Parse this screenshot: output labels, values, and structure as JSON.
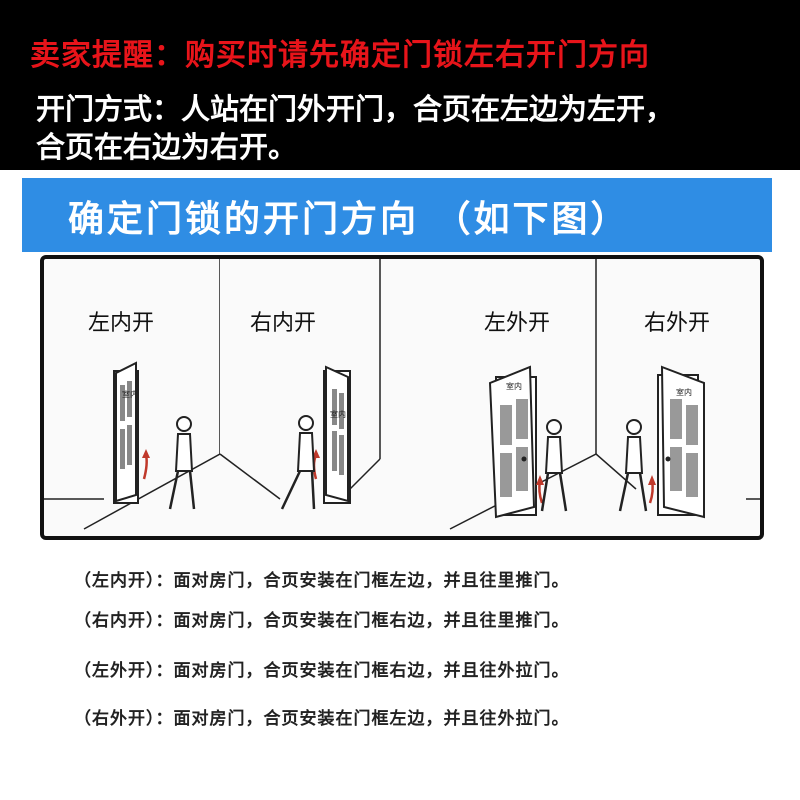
{
  "header": {
    "seller_tip": "卖家提醒：购买时请先确定门锁左右开门方向",
    "open_method_line1": "开门方式：人站在门外开门，合页在左边为左开，",
    "open_method_line2": "合页在右边为右开。"
  },
  "banner": {
    "title": "确定门锁的开门方向 （如下图）"
  },
  "scenes": [
    {
      "label": "左内开",
      "door_text": "室内"
    },
    {
      "label": "右内开",
      "door_text": "室内"
    },
    {
      "label": "左外开",
      "door_text": "室内"
    },
    {
      "label": "右外开",
      "door_text": "室内"
    }
  ],
  "explanations": [
    "（左内开）：面对房门，合页安装在门框左边，并且往里推门。",
    "（右内开）：面对房门，合页安装在门框右边，并且往里推门。",
    "（左外开）：面对房门，合页安装在门框右边，并且往外拉门。",
    "（右外开）：面对房门，合页安装在门框左边，并且往外拉门。"
  ],
  "colors": {
    "header_bg": "#000000",
    "warning_red": "#e8141a",
    "banner_blue": "#2f8de4",
    "arrow_red": "#c0392b"
  }
}
